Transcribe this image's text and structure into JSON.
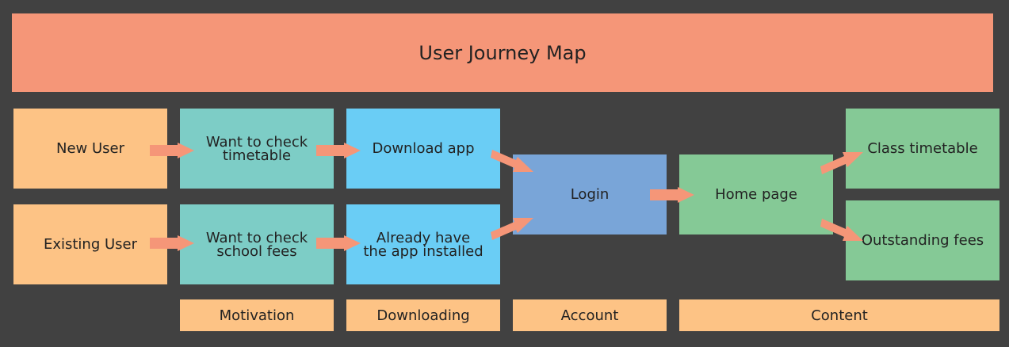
{
  "title": "User Journey Map",
  "colors": {
    "background": "#414141",
    "title": "#f59678",
    "user": "#fdc385",
    "motivation": "#7dcdc6",
    "downloading": "#6acdf5",
    "account": "#79a5d8",
    "content": "#85c996",
    "arrow": "#f59678",
    "stage": "#fdc385"
  },
  "nodes": {
    "new_user": "New User",
    "existing_user": "Existing User",
    "check_timetable": "Want to check\ntimetable",
    "check_fees": "Want to check\nschool fees",
    "download_app": "Download app",
    "already_installed": "Already have\nthe app installed",
    "login": "Login",
    "home_page": "Home page",
    "class_timetable": "Class timetable",
    "outstanding_fees": "Outstanding fees"
  },
  "stages": {
    "motivation": "Motivation",
    "downloading": "Downloading",
    "account": "Account",
    "content": "Content"
  }
}
